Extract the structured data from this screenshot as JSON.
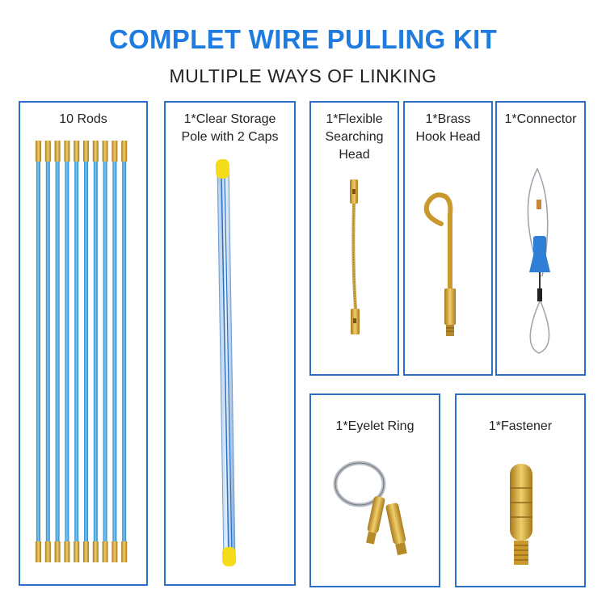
{
  "header": {
    "title": "COMPLET WIRE PULLING KIT",
    "subtitle": "MULTIPLE WAYS OF LINKING"
  },
  "panels": {
    "rods": {
      "label": "10 Rods",
      "count": 10
    },
    "storage_pole": {
      "label": "1*Clear Storage\nPole with 2 Caps"
    },
    "searching_head": {
      "label": "1*Flexible\nSearching\nHead"
    },
    "hook_head": {
      "label": "1*Brass\nHook Head"
    },
    "connector": {
      "label": "1*Connector"
    },
    "eyelet_ring": {
      "label": "1*Eyelet Ring"
    },
    "fastener": {
      "label": "1*Fastener"
    }
  },
  "colors": {
    "title_blue": "#1e7be0",
    "border_blue": "#2b6fc7",
    "rod_blue": "#3aa0e0",
    "brass": "#d4a93a",
    "cap_yellow": "#f5dc1a"
  }
}
